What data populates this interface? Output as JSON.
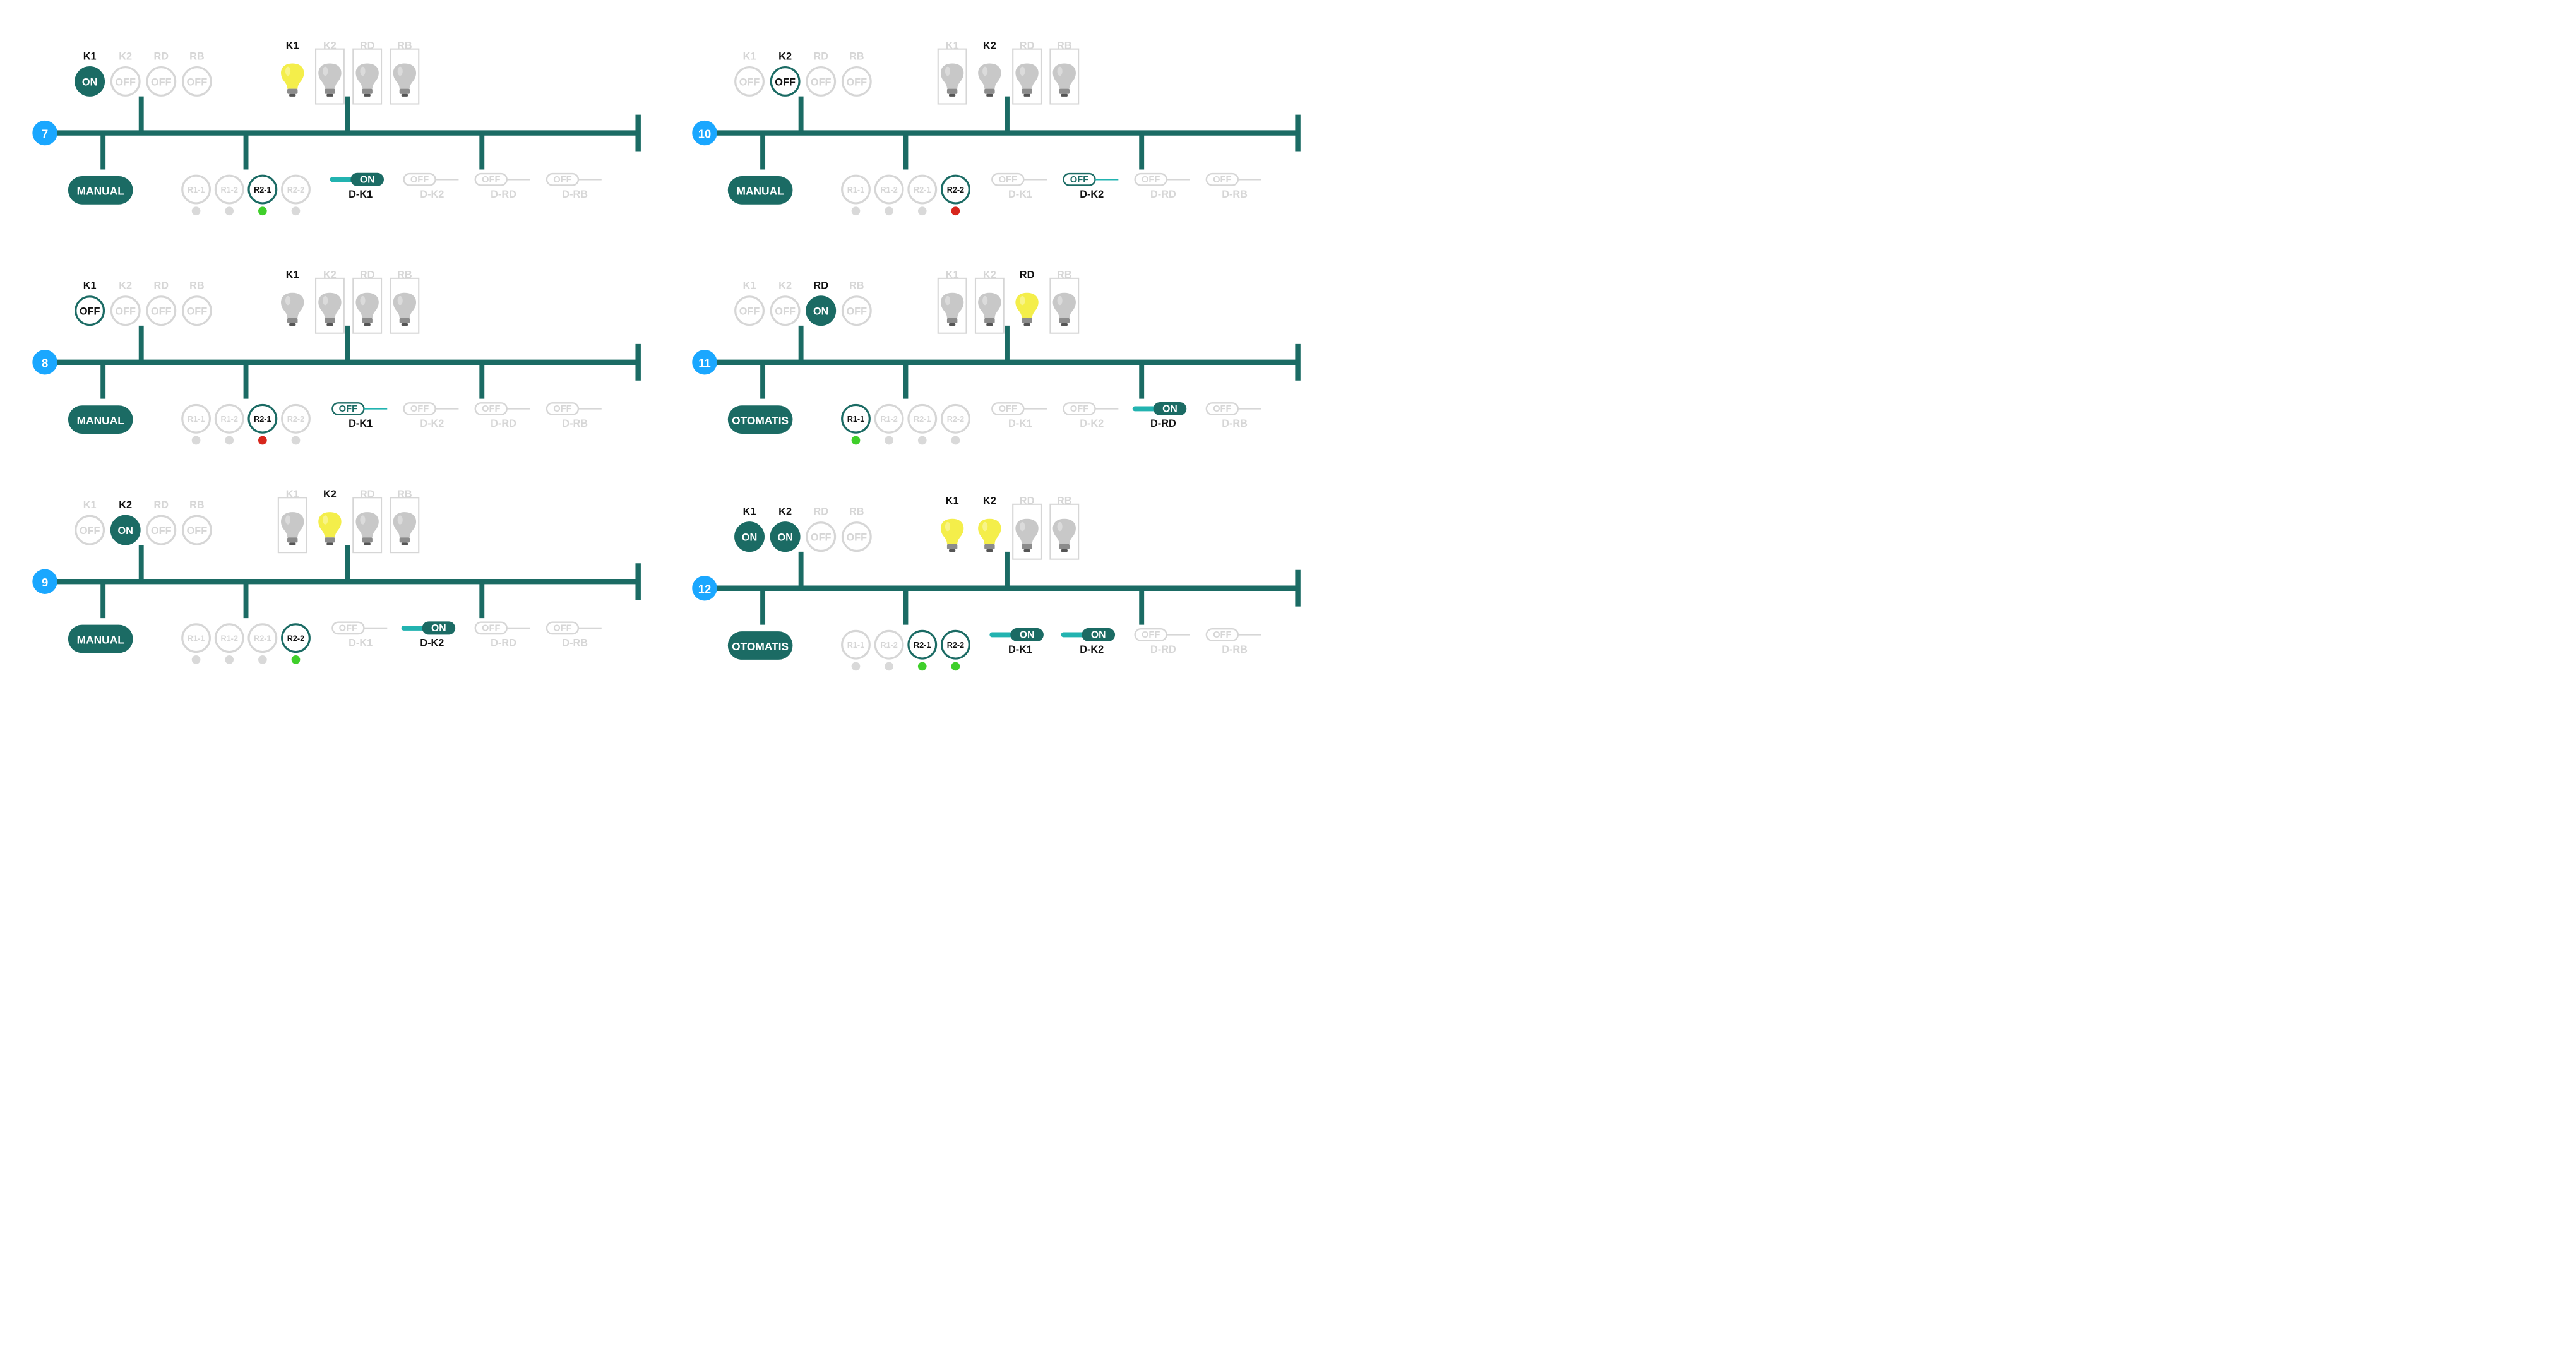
{
  "colors": {
    "primary": "#1b6b64",
    "inactive": "#d6d6d6",
    "bulb_on": "#f4ee4a",
    "bulb_off": "#c8c8c8",
    "step_badge": "#1aa7ff",
    "indicator_green": "#3fcf2a",
    "indicator_red": "#d7261c",
    "indicator_gray": "#d9d9d9",
    "switch_track": "#22b3b0"
  },
  "panels": [
    {
      "step": "7",
      "mode": "MANUAL",
      "buttons": [
        {
          "label": "K1",
          "value": "ON",
          "state": "on"
        },
        {
          "label": "K2",
          "value": "OFF",
          "state": "inactive"
        },
        {
          "label": "RD",
          "value": "OFF",
          "state": "inactive"
        },
        {
          "label": "RB",
          "value": "OFF",
          "state": "inactive"
        }
      ],
      "lamps": [
        {
          "label": "K1",
          "state": "on"
        },
        {
          "label": "K2",
          "state": "inactive"
        },
        {
          "label": "RD",
          "state": "inactive"
        },
        {
          "label": "RB",
          "state": "inactive"
        }
      ],
      "relays": [
        {
          "label": "R1-1",
          "state": "inactive",
          "indicator": "gray"
        },
        {
          "label": "R1-2",
          "state": "inactive",
          "indicator": "gray"
        },
        {
          "label": "R2-1",
          "state": "active",
          "indicator": "green"
        },
        {
          "label": "R2-2",
          "state": "inactive",
          "indicator": "gray"
        }
      ],
      "switches": [
        {
          "label": "D-K1",
          "value": "ON",
          "state": "on"
        },
        {
          "label": "D-K2",
          "value": "OFF",
          "state": "inactive"
        },
        {
          "label": "D-RD",
          "value": "OFF",
          "state": "inactive"
        },
        {
          "label": "D-RB",
          "value": "OFF",
          "state": "inactive"
        }
      ]
    },
    {
      "step": "10",
      "mode": "MANUAL",
      "buttons": [
        {
          "label": "K1",
          "value": "OFF",
          "state": "inactive"
        },
        {
          "label": "K2",
          "value": "OFF",
          "state": "off"
        },
        {
          "label": "RD",
          "value": "OFF",
          "state": "inactive"
        },
        {
          "label": "RB",
          "value": "OFF",
          "state": "inactive"
        }
      ],
      "lamps": [
        {
          "label": "K1",
          "state": "inactive"
        },
        {
          "label": "K2",
          "state": "off"
        },
        {
          "label": "RD",
          "state": "inactive"
        },
        {
          "label": "RB",
          "state": "inactive"
        }
      ],
      "relays": [
        {
          "label": "R1-1",
          "state": "inactive",
          "indicator": "gray"
        },
        {
          "label": "R1-2",
          "state": "inactive",
          "indicator": "gray"
        },
        {
          "label": "R2-1",
          "state": "inactive",
          "indicator": "gray"
        },
        {
          "label": "R2-2",
          "state": "active",
          "indicator": "red"
        }
      ],
      "switches": [
        {
          "label": "D-K1",
          "value": "OFF",
          "state": "inactive"
        },
        {
          "label": "D-K2",
          "value": "OFF",
          "state": "off"
        },
        {
          "label": "D-RD",
          "value": "OFF",
          "state": "inactive"
        },
        {
          "label": "D-RB",
          "value": "OFF",
          "state": "inactive"
        }
      ]
    },
    {
      "step": "8",
      "mode": "MANUAL",
      "buttons": [
        {
          "label": "K1",
          "value": "OFF",
          "state": "off"
        },
        {
          "label": "K2",
          "value": "OFF",
          "state": "inactive"
        },
        {
          "label": "RD",
          "value": "OFF",
          "state": "inactive"
        },
        {
          "label": "RB",
          "value": "OFF",
          "state": "inactive"
        }
      ],
      "lamps": [
        {
          "label": "K1",
          "state": "off"
        },
        {
          "label": "K2",
          "state": "inactive"
        },
        {
          "label": "RD",
          "state": "inactive"
        },
        {
          "label": "RB",
          "state": "inactive"
        }
      ],
      "relays": [
        {
          "label": "R1-1",
          "state": "inactive",
          "indicator": "gray"
        },
        {
          "label": "R1-2",
          "state": "inactive",
          "indicator": "gray"
        },
        {
          "label": "R2-1",
          "state": "active",
          "indicator": "red"
        },
        {
          "label": "R2-2",
          "state": "inactive",
          "indicator": "gray"
        }
      ],
      "switches": [
        {
          "label": "D-K1",
          "value": "OFF",
          "state": "off"
        },
        {
          "label": "D-K2",
          "value": "OFF",
          "state": "inactive"
        },
        {
          "label": "D-RD",
          "value": "OFF",
          "state": "inactive"
        },
        {
          "label": "D-RB",
          "value": "OFF",
          "state": "inactive"
        }
      ]
    },
    {
      "step": "11",
      "mode": "OTOMATIS",
      "buttons": [
        {
          "label": "K1",
          "value": "OFF",
          "state": "inactive"
        },
        {
          "label": "K2",
          "value": "OFF",
          "state": "inactive"
        },
        {
          "label": "RD",
          "value": "ON",
          "state": "on"
        },
        {
          "label": "RB",
          "value": "OFF",
          "state": "inactive"
        }
      ],
      "lamps": [
        {
          "label": "K1",
          "state": "inactive"
        },
        {
          "label": "K2",
          "state": "inactive"
        },
        {
          "label": "RD",
          "state": "on"
        },
        {
          "label": "RB",
          "state": "inactive"
        }
      ],
      "relays": [
        {
          "label": "R1-1",
          "state": "active",
          "indicator": "green"
        },
        {
          "label": "R1-2",
          "state": "inactive",
          "indicator": "gray"
        },
        {
          "label": "R2-1",
          "state": "inactive",
          "indicator": "gray"
        },
        {
          "label": "R2-2",
          "state": "inactive",
          "indicator": "gray"
        }
      ],
      "switches": [
        {
          "label": "D-K1",
          "value": "OFF",
          "state": "inactive"
        },
        {
          "label": "D-K2",
          "value": "OFF",
          "state": "inactive"
        },
        {
          "label": "D-RD",
          "value": "ON",
          "state": "on"
        },
        {
          "label": "D-RB",
          "value": "OFF",
          "state": "inactive"
        }
      ]
    },
    {
      "step": "9",
      "mode": "MANUAL",
      "buttons": [
        {
          "label": "K1",
          "value": "OFF",
          "state": "inactive"
        },
        {
          "label": "K2",
          "value": "ON",
          "state": "on"
        },
        {
          "label": "RD",
          "value": "OFF",
          "state": "inactive"
        },
        {
          "label": "RB",
          "value": "OFF",
          "state": "inactive"
        }
      ],
      "lamps": [
        {
          "label": "K1",
          "state": "inactive"
        },
        {
          "label": "K2",
          "state": "on"
        },
        {
          "label": "RD",
          "state": "inactive"
        },
        {
          "label": "RB",
          "state": "inactive"
        }
      ],
      "relays": [
        {
          "label": "R1-1",
          "state": "inactive",
          "indicator": "gray"
        },
        {
          "label": "R1-2",
          "state": "inactive",
          "indicator": "gray"
        },
        {
          "label": "R2-1",
          "state": "inactive",
          "indicator": "gray"
        },
        {
          "label": "R2-2",
          "state": "active",
          "indicator": "green"
        }
      ],
      "switches": [
        {
          "label": "D-K1",
          "value": "OFF",
          "state": "inactive"
        },
        {
          "label": "D-K2",
          "value": "ON",
          "state": "on"
        },
        {
          "label": "D-RD",
          "value": "OFF",
          "state": "inactive"
        },
        {
          "label": "D-RB",
          "value": "OFF",
          "state": "inactive"
        }
      ]
    },
    {
      "step": "12",
      "mode": "OTOMATIS",
      "buttons": [
        {
          "label": "K1",
          "value": "ON",
          "state": "on"
        },
        {
          "label": "K2",
          "value": "ON",
          "state": "on"
        },
        {
          "label": "RD",
          "value": "OFF",
          "state": "inactive"
        },
        {
          "label": "RB",
          "value": "OFF",
          "state": "inactive"
        }
      ],
      "lamps": [
        {
          "label": "K1",
          "state": "on"
        },
        {
          "label": "K2",
          "state": "on"
        },
        {
          "label": "RD",
          "state": "inactive"
        },
        {
          "label": "RB",
          "state": "inactive"
        }
      ],
      "relays": [
        {
          "label": "R1-1",
          "state": "inactive",
          "indicator": "gray"
        },
        {
          "label": "R1-2",
          "state": "inactive",
          "indicator": "gray"
        },
        {
          "label": "R2-1",
          "state": "active",
          "indicator": "green"
        },
        {
          "label": "R2-2",
          "state": "active",
          "indicator": "green"
        }
      ],
      "switches": [
        {
          "label": "D-K1",
          "value": "ON",
          "state": "on"
        },
        {
          "label": "D-K2",
          "value": "ON",
          "state": "on"
        },
        {
          "label": "D-RD",
          "value": "OFF",
          "state": "inactive"
        },
        {
          "label": "D-RB",
          "value": "OFF",
          "state": "inactive"
        }
      ]
    }
  ]
}
